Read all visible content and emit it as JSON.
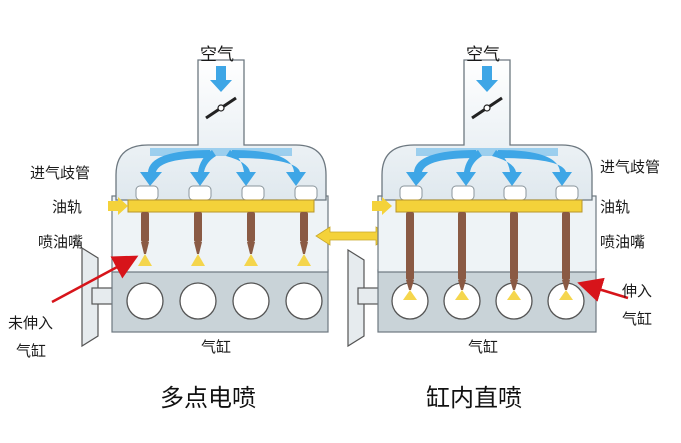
{
  "left_diagram": {
    "air_label": "空气",
    "manifold_label": "进气歧管",
    "rail_label": "油轨",
    "injector_label": "喷油嘴",
    "side_label_line1": "未伸入",
    "side_label_line2": "气缸",
    "cylinder_label": "气缸",
    "caption": "多点电喷"
  },
  "right_diagram": {
    "air_label": "空气",
    "manifold_label": "进气歧管",
    "rail_label": "油轨",
    "injector_label": "喷油嘴",
    "side_label_line1": "伸入",
    "side_label_line2": "气缸",
    "cylinder_label": "气缸",
    "caption": "缸内直喷"
  },
  "colors": {
    "engine_block": "#c9d3d8",
    "cylinder": "#ffffff",
    "manifold_top": "#eef3f6",
    "airflow": "#3ea6e6",
    "fuel_rail": "#f4d23a",
    "injector": "#8a5a44",
    "pointer_arrow": "#d7141a",
    "compare_arrow": "#f4d23a"
  }
}
